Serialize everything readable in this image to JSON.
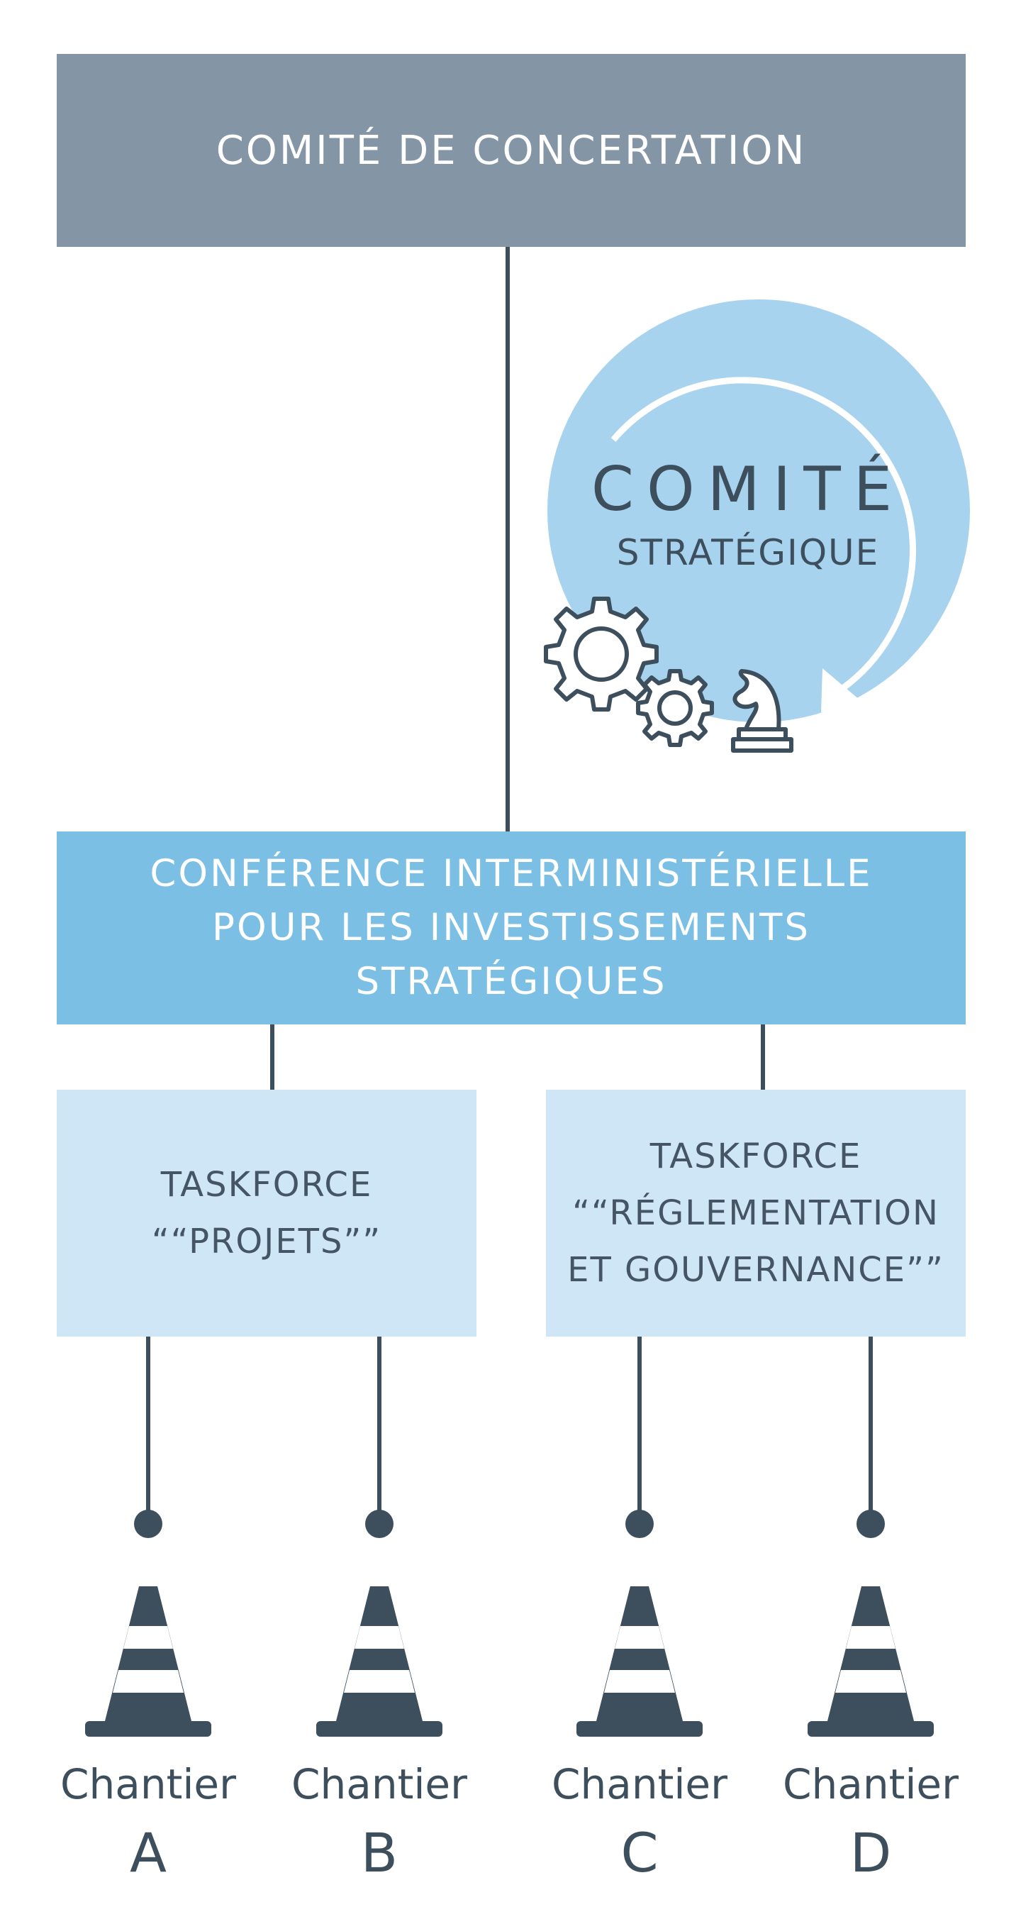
{
  "top_committee": {
    "label": "COMITÉ DE CONCERTATION"
  },
  "strategic_committee": {
    "title": "COMITÉ",
    "subtitle": "STRATÉGIQUE"
  },
  "conference": {
    "lines": [
      "CONFÉRENCE INTERMINISTÉRIELLE",
      "POUR LES INVESTISSEMENTS",
      "STRATÉGIQUES"
    ]
  },
  "taskforces": [
    {
      "lines": [
        "TASKFORCE",
        "““PROJETS””"
      ]
    },
    {
      "lines": [
        "TASKFORCE",
        "““RÉGLEMENTATION",
        "ET GOUVERNANCE””"
      ]
    }
  ],
  "sites": [
    {
      "word": "Chantier",
      "letter": "A"
    },
    {
      "word": "Chantier",
      "letter": "B"
    },
    {
      "word": "Chantier",
      "letter": "C"
    },
    {
      "word": "Chantier",
      "letter": "D"
    }
  ],
  "colors": {
    "top_box": "#8495a6",
    "conference_box": "#7cbfe5",
    "taskforce_box": "#cfe6f6",
    "strategic_circle": "#a8d3ee",
    "dark": "#3d4e5d"
  }
}
